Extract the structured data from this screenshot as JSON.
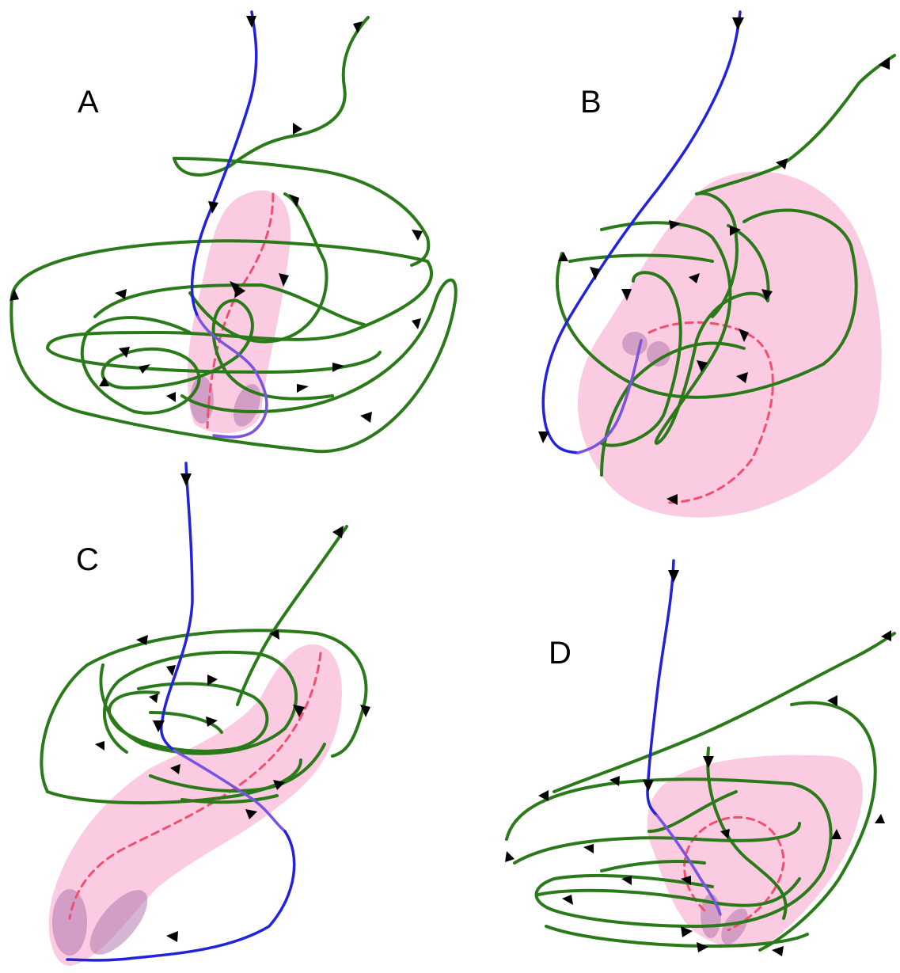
{
  "panels": [
    {
      "id": "A",
      "label": "A"
    },
    {
      "id": "B",
      "label": "B"
    },
    {
      "id": "C",
      "label": "C"
    },
    {
      "id": "D",
      "label": "D"
    }
  ],
  "colors": {
    "green_trajectory": "#2a7a1a",
    "green_in_region": "#7d7d5c",
    "blue_trajectory": "#2222dd",
    "violet_trajectory": "#7755dd",
    "pink_region": "#f9c2dc",
    "purple_basin": "#b07ab0",
    "red_dashed": "#f0506e",
    "arrow": "#000000"
  },
  "icons": {
    "arrowhead": "triangle-arrowhead"
  }
}
